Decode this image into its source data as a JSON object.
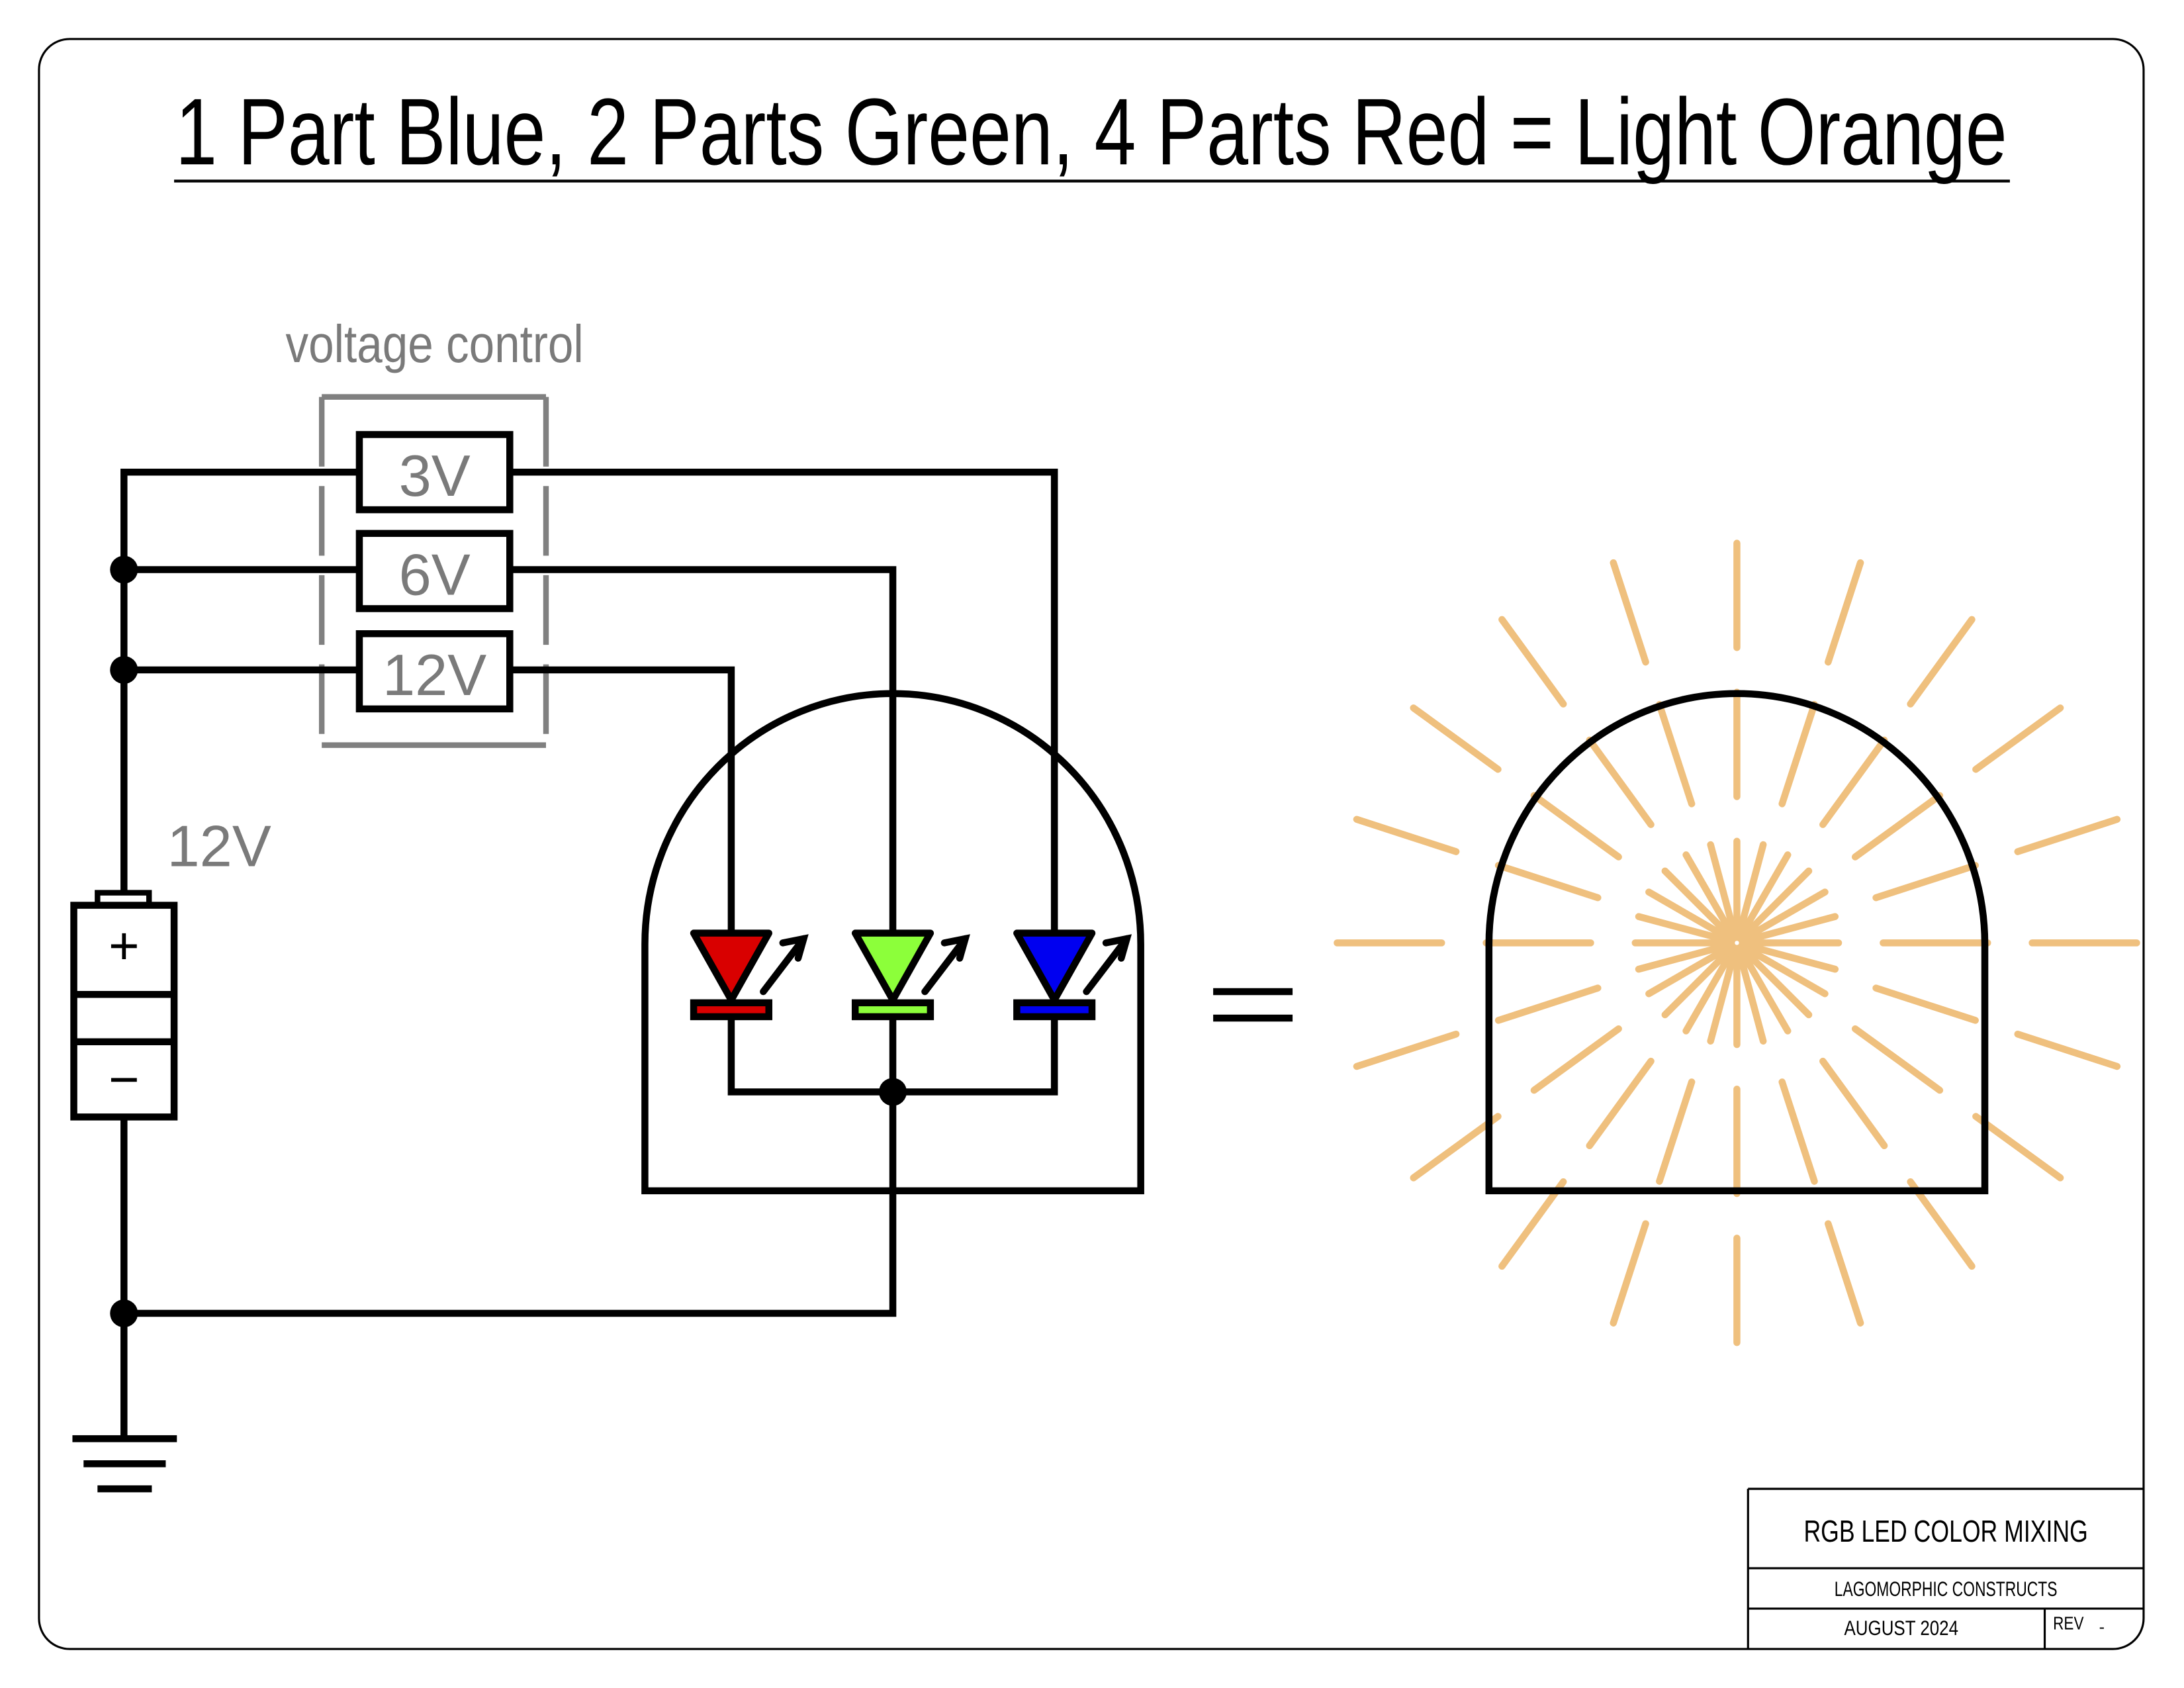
{
  "title": "1 Part Blue, 2 Parts Green, 4 Parts Red = Light Orange",
  "voltage_control": {
    "label": "voltage control",
    "resistors": [
      "3V",
      "6V",
      "12V"
    ]
  },
  "battery": {
    "label": "12V",
    "plus": "+",
    "minus": "−"
  },
  "leds": [
    {
      "name": "red",
      "color": "#d90000"
    },
    {
      "name": "green",
      "color": "#8cff3a"
    },
    {
      "name": "blue",
      "color": "#0000f0"
    }
  ],
  "light_color": "#efc07e",
  "title_block": {
    "drawing_title": "RGB LED COLOR MIXING",
    "company": "LAGOMORPHIC CONSTRUCTS",
    "date": "AUGUST 2024",
    "rev_label": "REV",
    "rev_value": "-"
  }
}
